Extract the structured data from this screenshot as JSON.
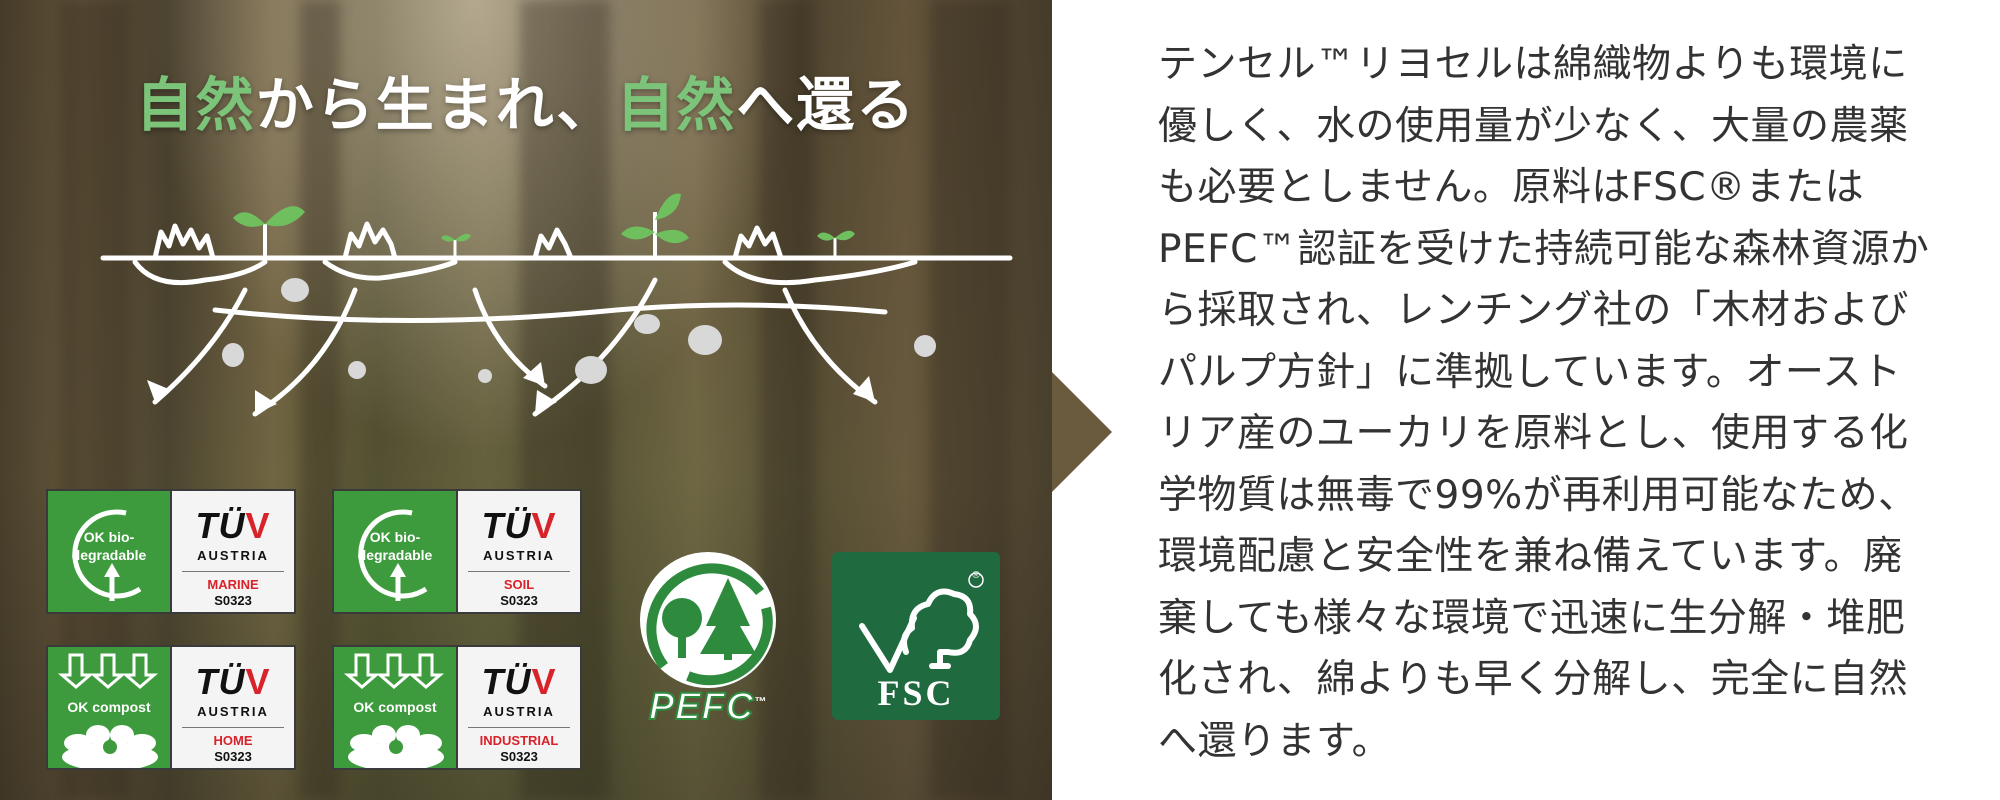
{
  "headline": {
    "part1": "自然",
    "part2": "から生まれ、",
    "part3": "自然",
    "part4": "へ還る"
  },
  "badges": [
    {
      "icon": "ok-biodegradable-icon",
      "label_line1": "OK bio-",
      "label_line2": "degradable",
      "brand": "TÜ",
      "brand_v": "V",
      "country": "AUSTRIA",
      "type": "MARINE",
      "code": "S0323"
    },
    {
      "icon": "ok-biodegradable-icon",
      "label_line1": "OK bio-",
      "label_line2": "degradable",
      "brand": "TÜ",
      "brand_v": "V",
      "country": "AUSTRIA",
      "type": "SOIL",
      "code": "S0323"
    },
    {
      "icon": "ok-compost-icon",
      "label_line1": "OK compost",
      "brand": "TÜ",
      "brand_v": "V",
      "country": "AUSTRIA",
      "type": "HOME",
      "code": "S0323"
    },
    {
      "icon": "ok-compost-icon",
      "label_line1": "OK compost",
      "brand": "TÜ",
      "brand_v": "V",
      "country": "AUSTRIA",
      "type": "INDUSTRIAL",
      "code": "S0323"
    }
  ],
  "logos": {
    "pefc": "PEFC",
    "pefc_tm": "™",
    "fsc": "FSC",
    "fsc_reg": "®"
  },
  "body_lines": [
    "テンセル™リヨセルは綿織物よりも環境に",
    "優しく、水の使用量が少なく、大量の農薬",
    "も必要としません。原料はFSC®または",
    "PEFC™認証を受けた持続可能な森林資源か",
    "ら採取され、レンチング社の「木材および",
    "パルプ方針」に準拠しています。オースト",
    "リア産のユーカリを原料とし、使用する化",
    "学物質は無毒で99%が再利用可能なため、",
    "環境配慮と安全性を兼ね備えています。廃",
    "棄しても様々な環境で迅速に生分解・堆肥",
    "化され、綿よりも早く分解し、完全に自然",
    "へ還ります。"
  ],
  "colors": {
    "accent_green": "#7cc47a",
    "badge_green": "#3d9b3d",
    "pefc_green": "#2e8b3e",
    "fsc_green": "#1f6a3f",
    "tuv_red": "#d8232a",
    "text": "#333333"
  }
}
